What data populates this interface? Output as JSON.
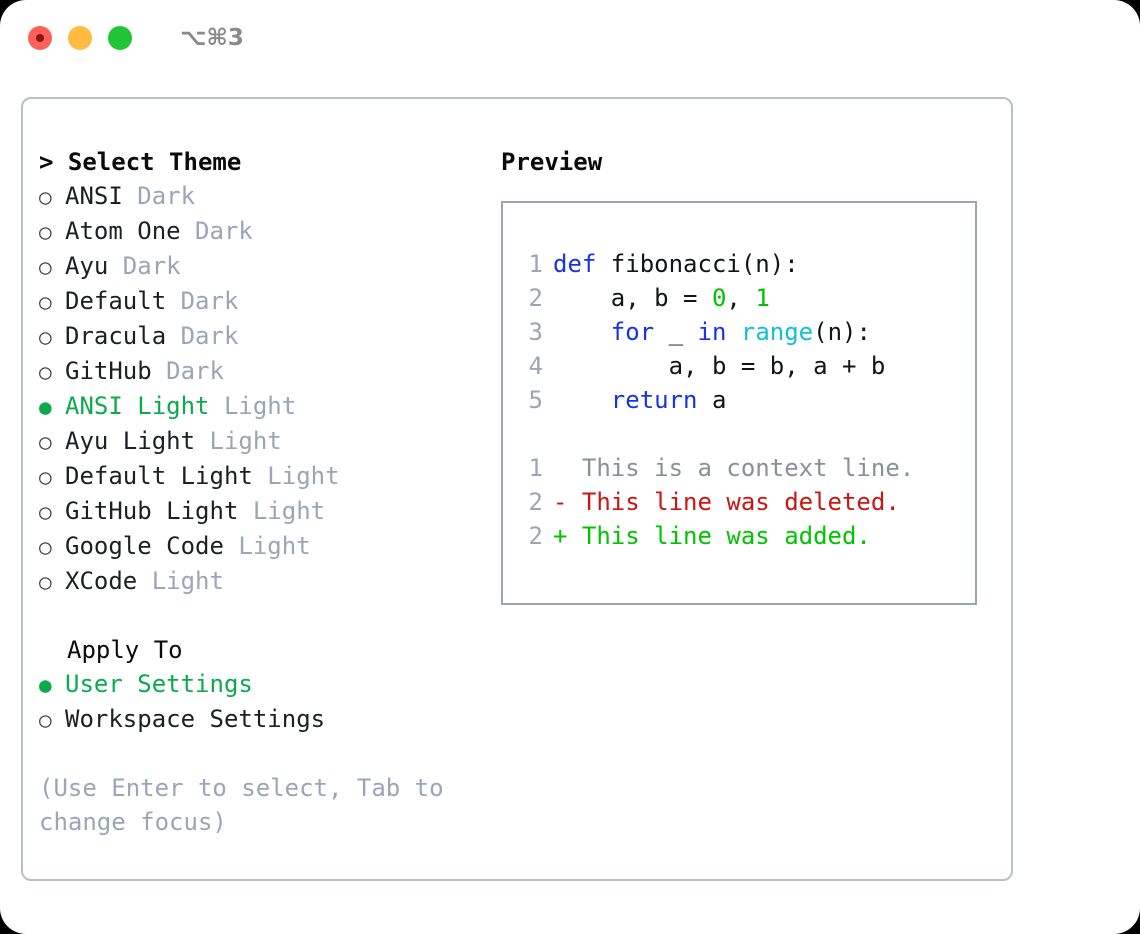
{
  "window": {
    "shortcut": "⌥⌘3",
    "traffic_lights": [
      "close-red",
      "minimize-yellow",
      "zoom-green"
    ]
  },
  "theme_picker": {
    "heading": "> Select Theme",
    "marker_unselected": "○",
    "marker_selected": "●",
    "items": [
      {
        "name": "ANSI",
        "tag": "Dark",
        "selected": false
      },
      {
        "name": "Atom One",
        "tag": "Dark",
        "selected": false
      },
      {
        "name": "Ayu",
        "tag": "Dark",
        "selected": false
      },
      {
        "name": "Default",
        "tag": "Dark",
        "selected": false
      },
      {
        "name": "Dracula",
        "tag": "Dark",
        "selected": false
      },
      {
        "name": "GitHub",
        "tag": "Dark",
        "selected": false
      },
      {
        "name": "ANSI Light",
        "tag": "Light",
        "selected": true
      },
      {
        "name": "Ayu Light",
        "tag": "Light",
        "selected": false
      },
      {
        "name": "Default Light",
        "tag": "Light",
        "selected": false
      },
      {
        "name": "GitHub Light",
        "tag": "Light",
        "selected": false
      },
      {
        "name": "Google Code",
        "tag": "Light",
        "selected": false
      },
      {
        "name": "XCode",
        "tag": "Light",
        "selected": false
      }
    ]
  },
  "apply_to": {
    "heading": "Apply To",
    "items": [
      {
        "name": "User Settings",
        "selected": true
      },
      {
        "name": "Workspace Settings",
        "selected": false
      }
    ]
  },
  "hint": "(Use Enter to select, Tab to change focus)",
  "preview": {
    "heading": "Preview",
    "code_lines": [
      {
        "number": "1",
        "tokens": [
          {
            "t": "def",
            "k": "kw"
          },
          {
            "t": " fibonacci(n):",
            "k": "plain"
          }
        ]
      },
      {
        "number": "2",
        "tokens": [
          {
            "t": "    a, b = ",
            "k": "var"
          },
          {
            "t": "0",
            "k": "num"
          },
          {
            "t": ", ",
            "k": "plain"
          },
          {
            "t": "1",
            "k": "num"
          }
        ]
      },
      {
        "number": "3",
        "tokens": [
          {
            "t": "    ",
            "k": "plain"
          },
          {
            "t": "for",
            "k": "kw"
          },
          {
            "t": " _ ",
            "k": "var"
          },
          {
            "t": "in",
            "k": "kw"
          },
          {
            "t": " ",
            "k": "plain"
          },
          {
            "t": "range",
            "k": "fn"
          },
          {
            "t": "(n):",
            "k": "plain"
          }
        ]
      },
      {
        "number": "4",
        "tokens": [
          {
            "t": "        a, b = b, a + b",
            "k": "var"
          }
        ]
      },
      {
        "number": "5",
        "tokens": [
          {
            "t": "    ",
            "k": "plain"
          },
          {
            "t": "return",
            "k": "kw"
          },
          {
            "t": " a",
            "k": "var"
          }
        ]
      }
    ],
    "diff_lines": [
      {
        "number": "1",
        "text": "  This is a context line.",
        "kind": "ctx"
      },
      {
        "number": "2",
        "text": "- This line was deleted.",
        "kind": "del"
      },
      {
        "number": "2",
        "text": "+ This line was added.",
        "kind": "add"
      }
    ]
  },
  "colors": {
    "accent_green": "#0bab4c",
    "diff_add": "#00c400",
    "diff_del": "#cc1411",
    "keyword_blue": "#1633e8",
    "function_cyan": "#0fc0d6",
    "muted_gray": "#9aa5b5",
    "border_gray": "#b7bfcb",
    "traffic_red": "#fb6158",
    "traffic_yellow": "#fdbc40",
    "traffic_green": "#21c435"
  }
}
